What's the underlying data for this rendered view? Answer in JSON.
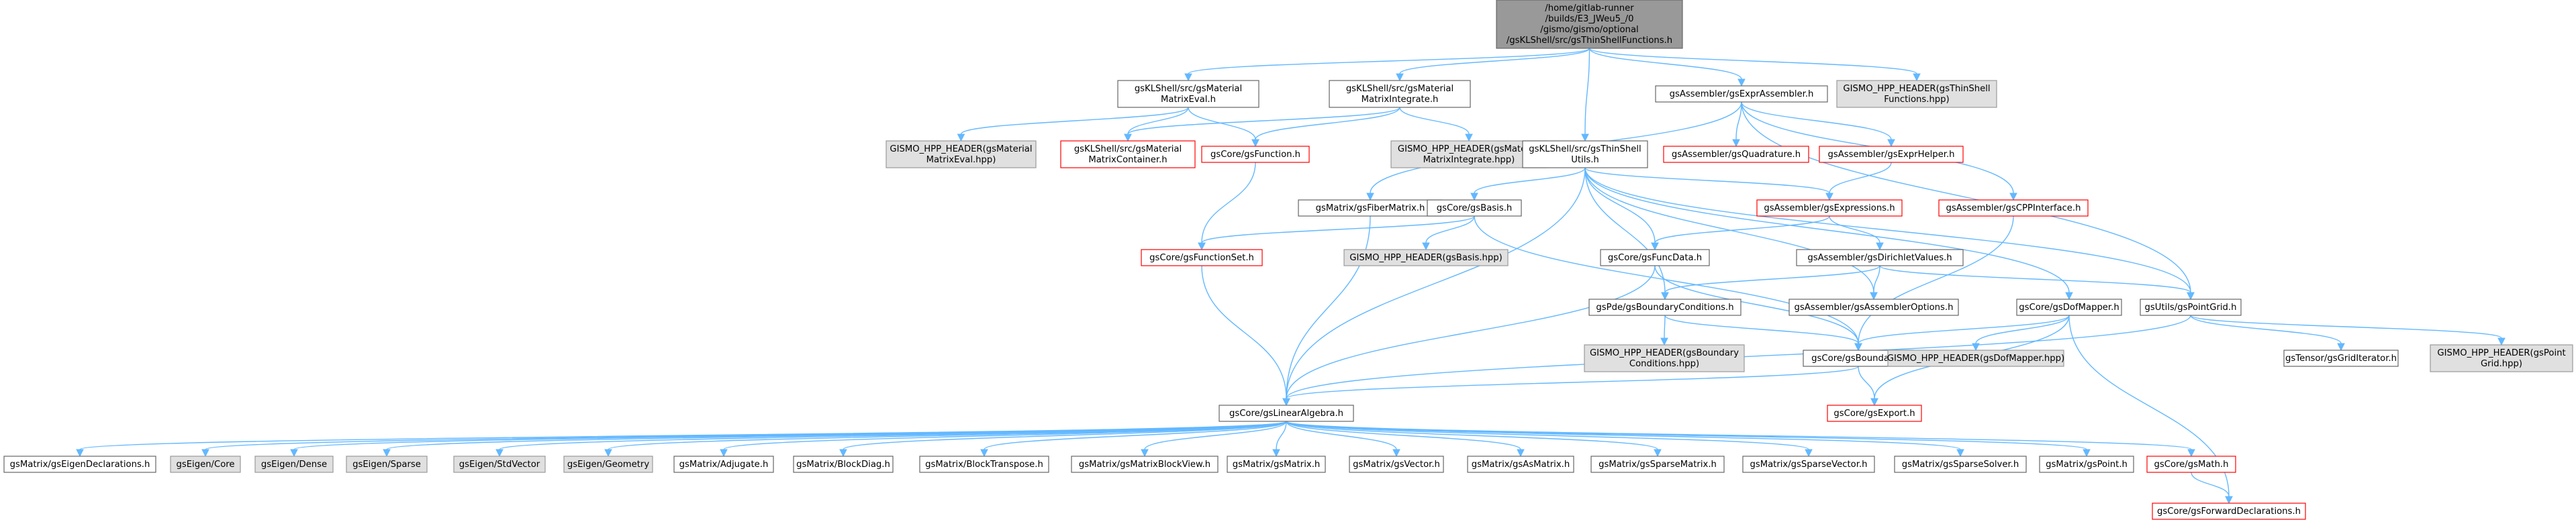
{
  "graph": {
    "colors": {
      "edge": "#63b8ff",
      "plain_border": "#666666",
      "plain_fill": "#ffffff",
      "missing_fill": "#e0e0e0",
      "missing_border": "#999999",
      "red_border": "#ff0000",
      "root_fill": "#999999",
      "root_border": "#666666"
    },
    "nodes": [
      {
        "id": "root",
        "lines": [
          "/home/gitlab-runner",
          "/builds/E3_JWeu5_/0",
          "/gismo/gismo/optional",
          "/gsKLShell/src/gsThinShellFunctions.h"
        ],
        "style": "root"
      },
      {
        "id": "matEval",
        "lines": [
          "gsKLShell/src/gsMaterial",
          "MatrixEval.h"
        ],
        "style": "plain"
      },
      {
        "id": "matInt",
        "lines": [
          "gsKLShell/src/gsMaterial",
          "MatrixIntegrate.h"
        ],
        "style": "plain"
      },
      {
        "id": "exprAsm",
        "lines": [
          "gsAssembler/gsExprAssembler.h"
        ],
        "style": "plain"
      },
      {
        "id": "hppThin",
        "lines": [
          "GISMO_HPP_HEADER(gsThinShell",
          "Functions.hpp)"
        ],
        "style": "missing"
      },
      {
        "id": "hppMatEval",
        "lines": [
          "GISMO_HPP_HEADER(gsMaterial",
          "MatrixEval.hpp)"
        ],
        "style": "missing"
      },
      {
        "id": "matCont",
        "lines": [
          "gsKLShell/src/gsMaterial",
          "MatrixContainer.h"
        ],
        "style": "red"
      },
      {
        "id": "func",
        "lines": [
          "gsCore/gsFunction.h"
        ],
        "style": "red"
      },
      {
        "id": "hppMatInt",
        "lines": [
          "GISMO_HPP_HEADER(gsMaterial",
          "MatrixIntegrate.hpp)"
        ],
        "style": "missing"
      },
      {
        "id": "thinUtils",
        "lines": [
          "gsKLShell/src/gsThinShell",
          "Utils.h"
        ],
        "style": "plain"
      },
      {
        "id": "quad",
        "lines": [
          "gsAssembler/gsQuadrature.h"
        ],
        "style": "red"
      },
      {
        "id": "exprHelper",
        "lines": [
          "gsAssembler/gsExprHelper.h"
        ],
        "style": "red"
      },
      {
        "id": "fiber",
        "lines": [
          "gsMatrix/gsFiberMatrix.h"
        ],
        "style": "plain"
      },
      {
        "id": "basis",
        "lines": [
          "gsCore/gsBasis.h"
        ],
        "style": "plain"
      },
      {
        "id": "exprs",
        "lines": [
          "gsAssembler/gsExpressions.h"
        ],
        "style": "red"
      },
      {
        "id": "cpp",
        "lines": [
          "gsAssembler/gsCPPInterface.h"
        ],
        "style": "red"
      },
      {
        "id": "funcSet",
        "lines": [
          "gsCore/gsFunctionSet.h"
        ],
        "style": "red"
      },
      {
        "id": "hppBasis",
        "lines": [
          "GISMO_HPP_HEADER(gsBasis.hpp)"
        ],
        "style": "missing"
      },
      {
        "id": "funcData",
        "lines": [
          "gsCore/gsFuncData.h"
        ],
        "style": "plain"
      },
      {
        "id": "dirichlet",
        "lines": [
          "gsAssembler/gsDirichletValues.h"
        ],
        "style": "plain"
      },
      {
        "id": "bcs",
        "lines": [
          "gsPde/gsBoundaryConditions.h"
        ],
        "style": "plain"
      },
      {
        "id": "asmOpts",
        "lines": [
          "gsAssembler/gsAssemblerOptions.h"
        ],
        "style": "plain"
      },
      {
        "id": "dofMapper",
        "lines": [
          "gsCore/gsDofMapper.h"
        ],
        "style": "plain"
      },
      {
        "id": "pointGrid",
        "lines": [
          "gsUtils/gsPointGrid.h"
        ],
        "style": "plain"
      },
      {
        "id": "hppBC",
        "lines": [
          "GISMO_HPP_HEADER(gsBoundary",
          "Conditions.hpp)"
        ],
        "style": "missing"
      },
      {
        "id": "boundary",
        "lines": [
          "gsCore/gsBoundary.h"
        ],
        "style": "plain"
      },
      {
        "id": "hppDof",
        "lines": [
          "GISMO_HPP_HEADER(gsDofMapper.hpp)"
        ],
        "style": "missing"
      },
      {
        "id": "gridIter",
        "lines": [
          "gsTensor/gsGridIterator.h"
        ],
        "style": "plain"
      },
      {
        "id": "hppPG",
        "lines": [
          "GISMO_HPP_HEADER(gsPoint",
          "Grid.hpp)"
        ],
        "style": "missing"
      },
      {
        "id": "export",
        "lines": [
          "gsCore/gsExport.h"
        ],
        "style": "red"
      },
      {
        "id": "linAlg",
        "lines": [
          "gsCore/gsLinearAlgebra.h"
        ],
        "style": "plain"
      },
      {
        "id": "eigDecl",
        "lines": [
          "gsMatrix/gsEigenDeclarations.h"
        ],
        "style": "plain"
      },
      {
        "id": "eCore",
        "lines": [
          "gsEigen/Core"
        ],
        "style": "missing"
      },
      {
        "id": "eDense",
        "lines": [
          "gsEigen/Dense"
        ],
        "style": "missing"
      },
      {
        "id": "eSparse",
        "lines": [
          "gsEigen/Sparse"
        ],
        "style": "missing"
      },
      {
        "id": "eStd",
        "lines": [
          "gsEigen/StdVector"
        ],
        "style": "missing"
      },
      {
        "id": "eGeom",
        "lines": [
          "gsEigen/Geometry"
        ],
        "style": "missing"
      },
      {
        "id": "adj",
        "lines": [
          "gsMatrix/Adjugate.h"
        ],
        "style": "plain"
      },
      {
        "id": "blkDiag",
        "lines": [
          "gsMatrix/BlockDiag.h"
        ],
        "style": "plain"
      },
      {
        "id": "blkTr",
        "lines": [
          "gsMatrix/BlockTranspose.h"
        ],
        "style": "plain"
      },
      {
        "id": "blkView",
        "lines": [
          "gsMatrix/gsMatrixBlockView.h"
        ],
        "style": "plain"
      },
      {
        "id": "matrix",
        "lines": [
          "gsMatrix/gsMatrix.h"
        ],
        "style": "plain"
      },
      {
        "id": "vector",
        "lines": [
          "gsMatrix/gsVector.h"
        ],
        "style": "plain"
      },
      {
        "id": "asMat",
        "lines": [
          "gsMatrix/gsAsMatrix.h"
        ],
        "style": "plain"
      },
      {
        "id": "spMat",
        "lines": [
          "gsMatrix/gsSparseMatrix.h"
        ],
        "style": "plain"
      },
      {
        "id": "spVec",
        "lines": [
          "gsMatrix/gsSparseVector.h"
        ],
        "style": "plain"
      },
      {
        "id": "spSolver",
        "lines": [
          "gsMatrix/gsSparseSolver.h"
        ],
        "style": "plain"
      },
      {
        "id": "point",
        "lines": [
          "gsMatrix/gsPoint.h"
        ],
        "style": "plain"
      },
      {
        "id": "math",
        "lines": [
          "gsCore/gsMath.h"
        ],
        "style": "red"
      },
      {
        "id": "fwd",
        "lines": [
          "gsCore/gsForwardDeclarations.h"
        ],
        "style": "red"
      }
    ],
    "edges": [
      [
        "root",
        "matEval"
      ],
      [
        "root",
        "matInt"
      ],
      [
        "root",
        "thinUtils"
      ],
      [
        "root",
        "exprAsm"
      ],
      [
        "root",
        "hppThin"
      ],
      [
        "matEval",
        "hppMatEval"
      ],
      [
        "matEval",
        "matCont"
      ],
      [
        "matEval",
        "func"
      ],
      [
        "matInt",
        "matCont"
      ],
      [
        "matInt",
        "func"
      ],
      [
        "matInt",
        "hppMatInt"
      ],
      [
        "func",
        "funcSet"
      ],
      [
        "funcSet",
        "linAlg"
      ],
      [
        "exprAsm",
        "fiber"
      ],
      [
        "exprAsm",
        "quad"
      ],
      [
        "exprAsm",
        "exprHelper"
      ],
      [
        "exprAsm",
        "cpp"
      ],
      [
        "exprAsm",
        "pointGrid"
      ],
      [
        "exprHelper",
        "exprs"
      ],
      [
        "thinUtils",
        "linAlg"
      ],
      [
        "thinUtils",
        "basis"
      ],
      [
        "thinUtils",
        "funcData"
      ],
      [
        "thinUtils",
        "exprs"
      ],
      [
        "thinUtils",
        "bcs"
      ],
      [
        "thinUtils",
        "asmOpts"
      ],
      [
        "thinUtils",
        "dofMapper"
      ],
      [
        "thinUtils",
        "pointGrid"
      ],
      [
        "fiber",
        "linAlg"
      ],
      [
        "basis",
        "funcSet"
      ],
      [
        "basis",
        "hppBasis"
      ],
      [
        "basis",
        "boundary"
      ],
      [
        "exprs",
        "funcData"
      ],
      [
        "exprs",
        "dirichlet"
      ],
      [
        "cpp",
        "boundary"
      ],
      [
        "funcData",
        "linAlg"
      ],
      [
        "funcData",
        "boundary"
      ],
      [
        "dirichlet",
        "bcs"
      ],
      [
        "dirichlet",
        "asmOpts"
      ],
      [
        "dirichlet",
        "pointGrid"
      ],
      [
        "bcs",
        "hppBC"
      ],
      [
        "bcs",
        "boundary"
      ],
      [
        "dofMapper",
        "boundary"
      ],
      [
        "dofMapper",
        "hppDof"
      ],
      [
        "dofMapper",
        "export"
      ],
      [
        "dofMapper",
        "fwd"
      ],
      [
        "pointGrid",
        "linAlg"
      ],
      [
        "pointGrid",
        "gridIter"
      ],
      [
        "pointGrid",
        "hppPG"
      ],
      [
        "boundary",
        "linAlg"
      ],
      [
        "boundary",
        "export"
      ],
      [
        "linAlg",
        "eigDecl"
      ],
      [
        "linAlg",
        "eCore"
      ],
      [
        "linAlg",
        "eDense"
      ],
      [
        "linAlg",
        "eSparse"
      ],
      [
        "linAlg",
        "eStd"
      ],
      [
        "linAlg",
        "eGeom"
      ],
      [
        "linAlg",
        "adj"
      ],
      [
        "linAlg",
        "blkDiag"
      ],
      [
        "linAlg",
        "blkTr"
      ],
      [
        "linAlg",
        "blkView"
      ],
      [
        "linAlg",
        "matrix"
      ],
      [
        "linAlg",
        "vector"
      ],
      [
        "linAlg",
        "asMat"
      ],
      [
        "linAlg",
        "spMat"
      ],
      [
        "linAlg",
        "spVec"
      ],
      [
        "linAlg",
        "spSolver"
      ],
      [
        "linAlg",
        "point"
      ],
      [
        "linAlg",
        "math"
      ],
      [
        "math",
        "fwd"
      ]
    ]
  }
}
